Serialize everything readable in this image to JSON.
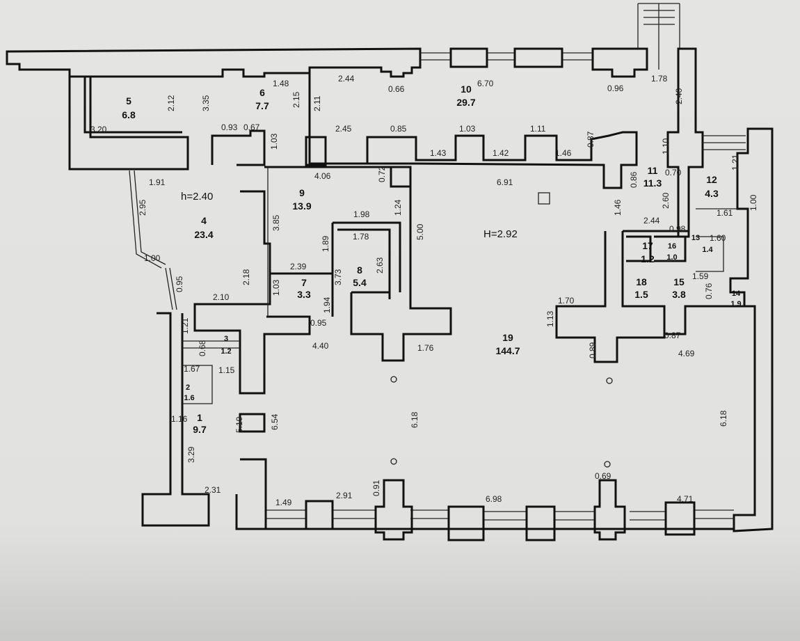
{
  "plan": {
    "heights": {
      "corridor": "h=2.40",
      "hall": "H=2.92"
    },
    "colors": {
      "paper": "#e6e6e4",
      "ink": "#111111",
      "shadow": "#cfcfcd"
    },
    "rooms": [
      {
        "no": "1",
        "area": "9.7"
      },
      {
        "no": "2",
        "area": "1.6"
      },
      {
        "no": "3",
        "area": "1.2"
      },
      {
        "no": "4",
        "area": "23.4"
      },
      {
        "no": "5",
        "area": "6.8"
      },
      {
        "no": "6",
        "area": "7.7"
      },
      {
        "no": "7",
        "area": "3.3"
      },
      {
        "no": "8",
        "area": "5.4"
      },
      {
        "no": "9",
        "area": "13.9"
      },
      {
        "no": "10",
        "area": "29.7"
      },
      {
        "no": "11",
        "area": "11.3"
      },
      {
        "no": "12",
        "area": "4.3"
      },
      {
        "no": "13",
        "area": "1.4"
      },
      {
        "no": "14",
        "area": "1.9"
      },
      {
        "no": "15",
        "area": "3.8"
      },
      {
        "no": "16",
        "area": "1.0"
      },
      {
        "no": "17",
        "area": "1.2"
      },
      {
        "no": "18",
        "area": "1.5"
      },
      {
        "no": "19",
        "area": "144.7"
      }
    ],
    "dimensions": [
      "3.20",
      "2.12",
      "3.35",
      "0.93",
      "0.67",
      "1.48",
      "2.15",
      "2.11",
      "2.44",
      "0.66",
      "6.70",
      "0.96",
      "1.78",
      "2.40",
      "2.45",
      "0.85",
      "1.03",
      "1.11",
      "1.43",
      "1.42",
      "1.46",
      "0.87",
      "1.10",
      "1.03",
      "4.06",
      "0.72",
      "6.91",
      "1.24",
      "1.91",
      "2.95",
      "3.85",
      "1.98",
      "1.78",
      "5.00",
      "1.89",
      "2.63",
      "0.86",
      "0.70",
      "2.60",
      "1.21",
      "1.00",
      "1.61",
      "1.46",
      "2.44",
      "1.60",
      "1.00",
      "0.95",
      "2.18",
      "2.39",
      "1.03",
      "3.73",
      "1.94",
      "2.10",
      "1.59",
      "0.76",
      "1.70",
      "1.13",
      "0.95",
      "4.40",
      "1.76",
      "0.87",
      "4.69",
      "0.89",
      "1.21",
      "0.68",
      "1.67",
      "1.15",
      "1.16",
      "5.10",
      "6.54",
      "3.29",
      "6.18",
      "6.18",
      "2.31",
      "1.49",
      "2.91",
      "0.91",
      "6.98",
      "0.69",
      "4.71",
      "0.98"
    ]
  }
}
